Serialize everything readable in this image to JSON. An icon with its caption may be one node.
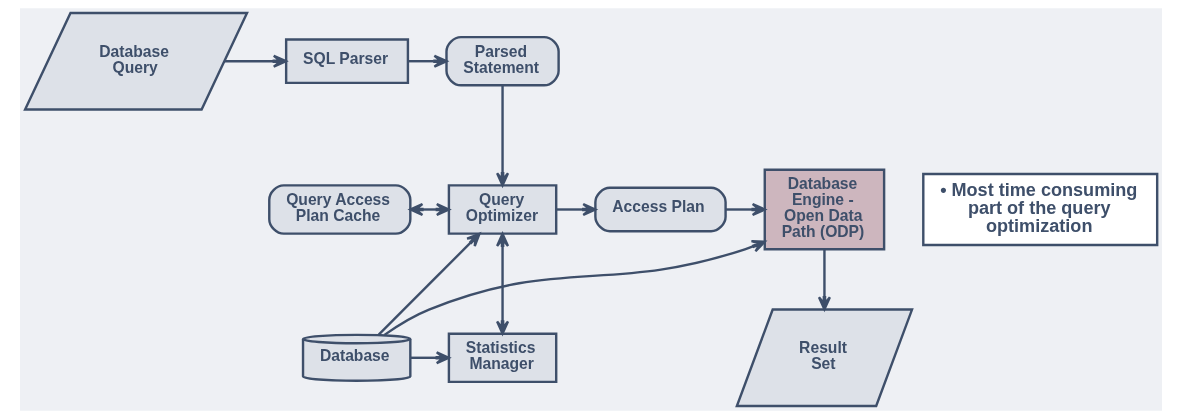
{
  "diagram": {
    "nodes": [
      {
        "text": [
          "Database Query"
        ]
      },
      {
        "text": [
          "SQL Parser"
        ]
      },
      {
        "text": [
          "Parsed Statement"
        ]
      },
      {
        "text": [
          "Query Access Plan Cache"
        ]
      },
      {
        "text": [
          "Query Optimizer"
        ]
      },
      {
        "text": [
          "Access Plan"
        ]
      },
      {
        "text": [
          "Database Engine - Open Data Path (ODP)"
        ]
      },
      {
        "text": [
          "• Most time consuming part of the query optimization"
        ]
      },
      {
        "text": [
          "Statistics Manager"
        ]
      },
      {
        "text": [
          "Database"
        ]
      },
      {
        "text": [
          "Result Set"
        ]
      }
    ],
    "edges": [
      {
        "from": 0,
        "to": 1,
        "arrow": "to"
      },
      {
        "from": 1,
        "to": 2,
        "arrow": "to"
      },
      {
        "from": 2,
        "to": 4,
        "arrow": "to"
      },
      {
        "from": 3,
        "to": 4,
        "arrow": "both"
      },
      {
        "from": 4,
        "to": 5,
        "arrow": "to"
      },
      {
        "from": 5,
        "to": 6,
        "arrow": "to"
      },
      {
        "from": 4,
        "to": 8,
        "arrow": "both"
      },
      {
        "from": 9,
        "to": 4,
        "arrow": "to"
      },
      {
        "from": 9,
        "to": 8,
        "arrow": "to"
      },
      {
        "from": 9,
        "to": 6,
        "arrow": "to"
      },
      {
        "from": 6,
        "to": 10,
        "arrow": "to"
      }
    ]
  }
}
